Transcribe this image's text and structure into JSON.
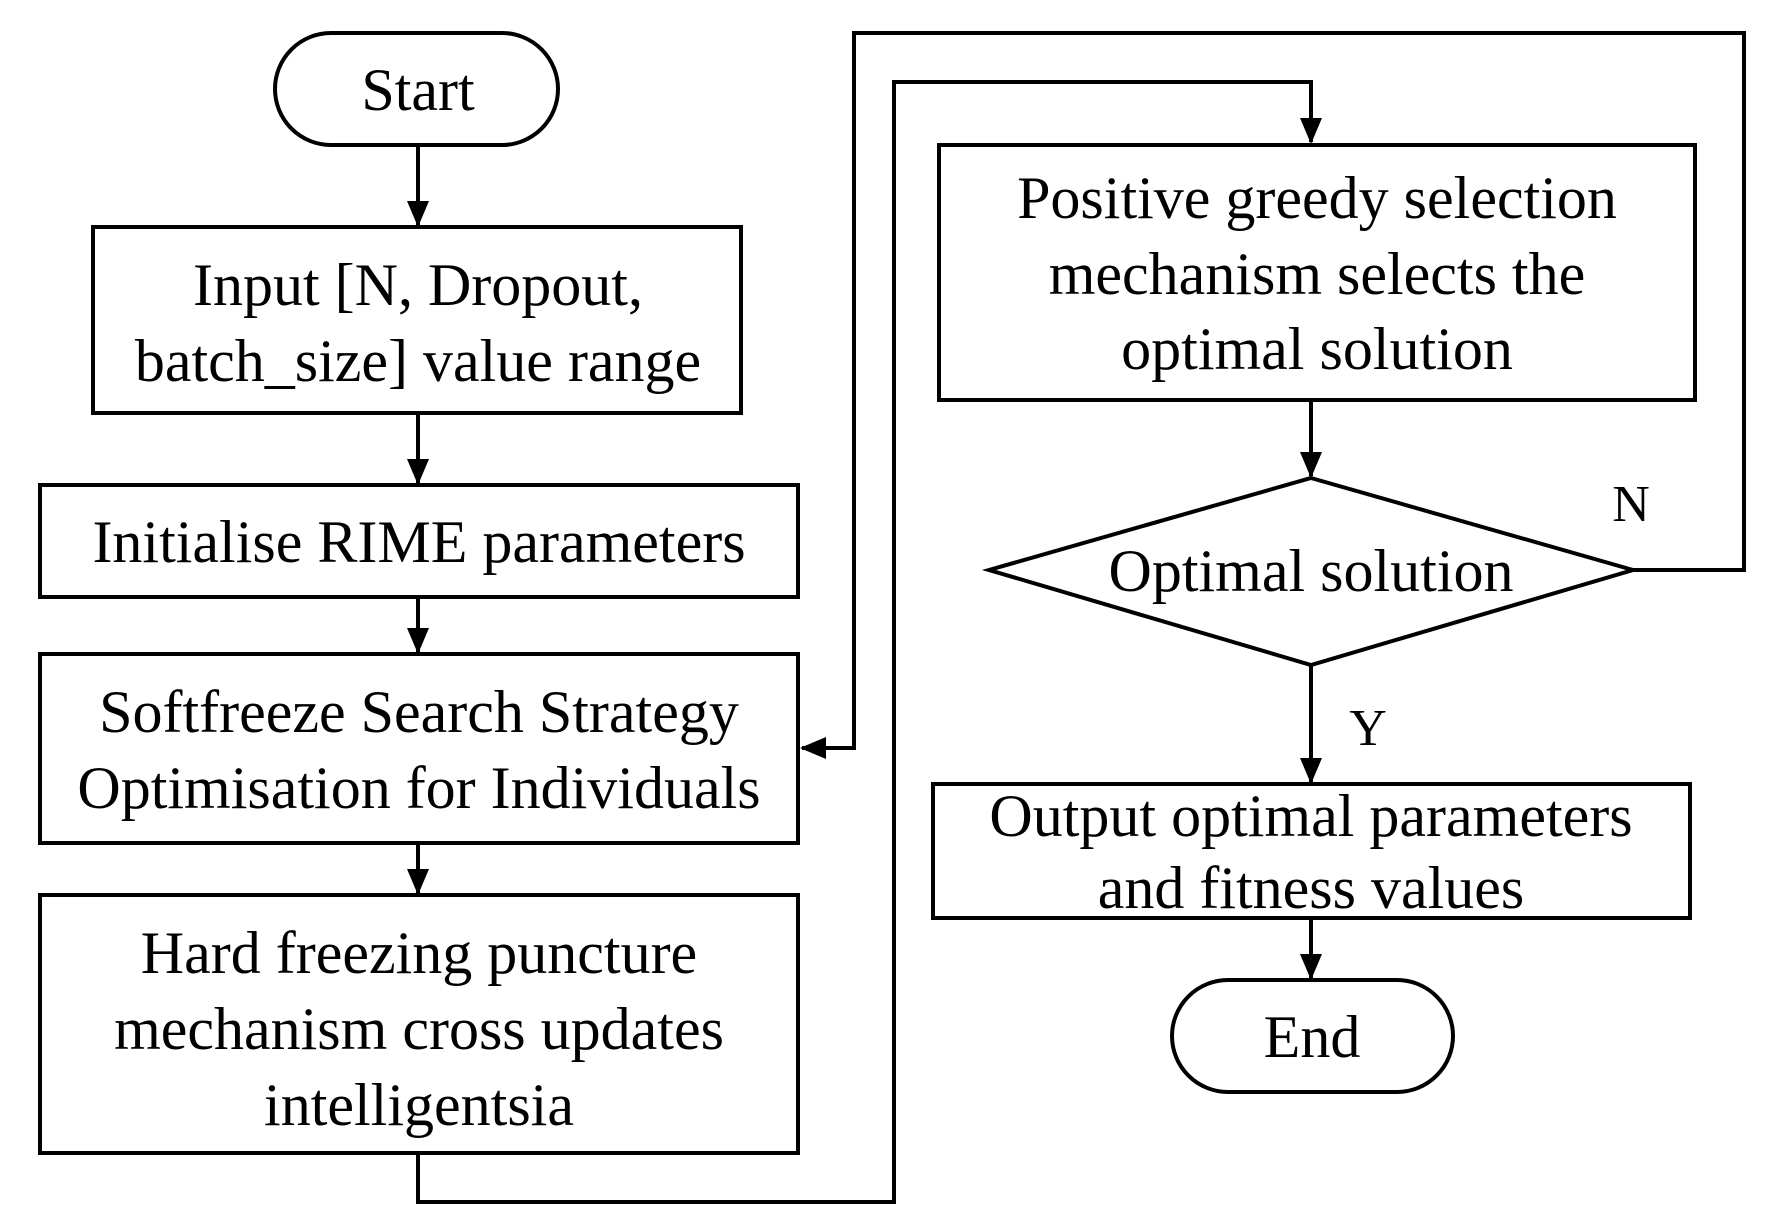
{
  "nodes": {
    "start": {
      "label": "Start"
    },
    "input": {
      "lines": [
        "Input [N, Dropout,",
        "batch_size] value range"
      ]
    },
    "init": {
      "lines": [
        "Initialise RIME parameters"
      ]
    },
    "softfreeze": {
      "lines": [
        "Softfreeze Search Strategy",
        "Optimisation for Individuals"
      ]
    },
    "hardfreeze": {
      "lines": [
        "Hard freezing puncture",
        "mechanism cross updates",
        "intelligentsia"
      ]
    },
    "greedy": {
      "lines": [
        "Positive greedy selection",
        "mechanism selects the",
        "optimal solution"
      ]
    },
    "decision": {
      "label": "Optimal solution"
    },
    "output": {
      "lines": [
        "Output optimal parameters",
        "and fitness values"
      ]
    },
    "end": {
      "label": "End"
    }
  },
  "branches": {
    "no": "N",
    "yes": "Y"
  },
  "colors": {
    "stroke": "#000000",
    "fill": "#ffffff",
    "text": "#000000"
  }
}
